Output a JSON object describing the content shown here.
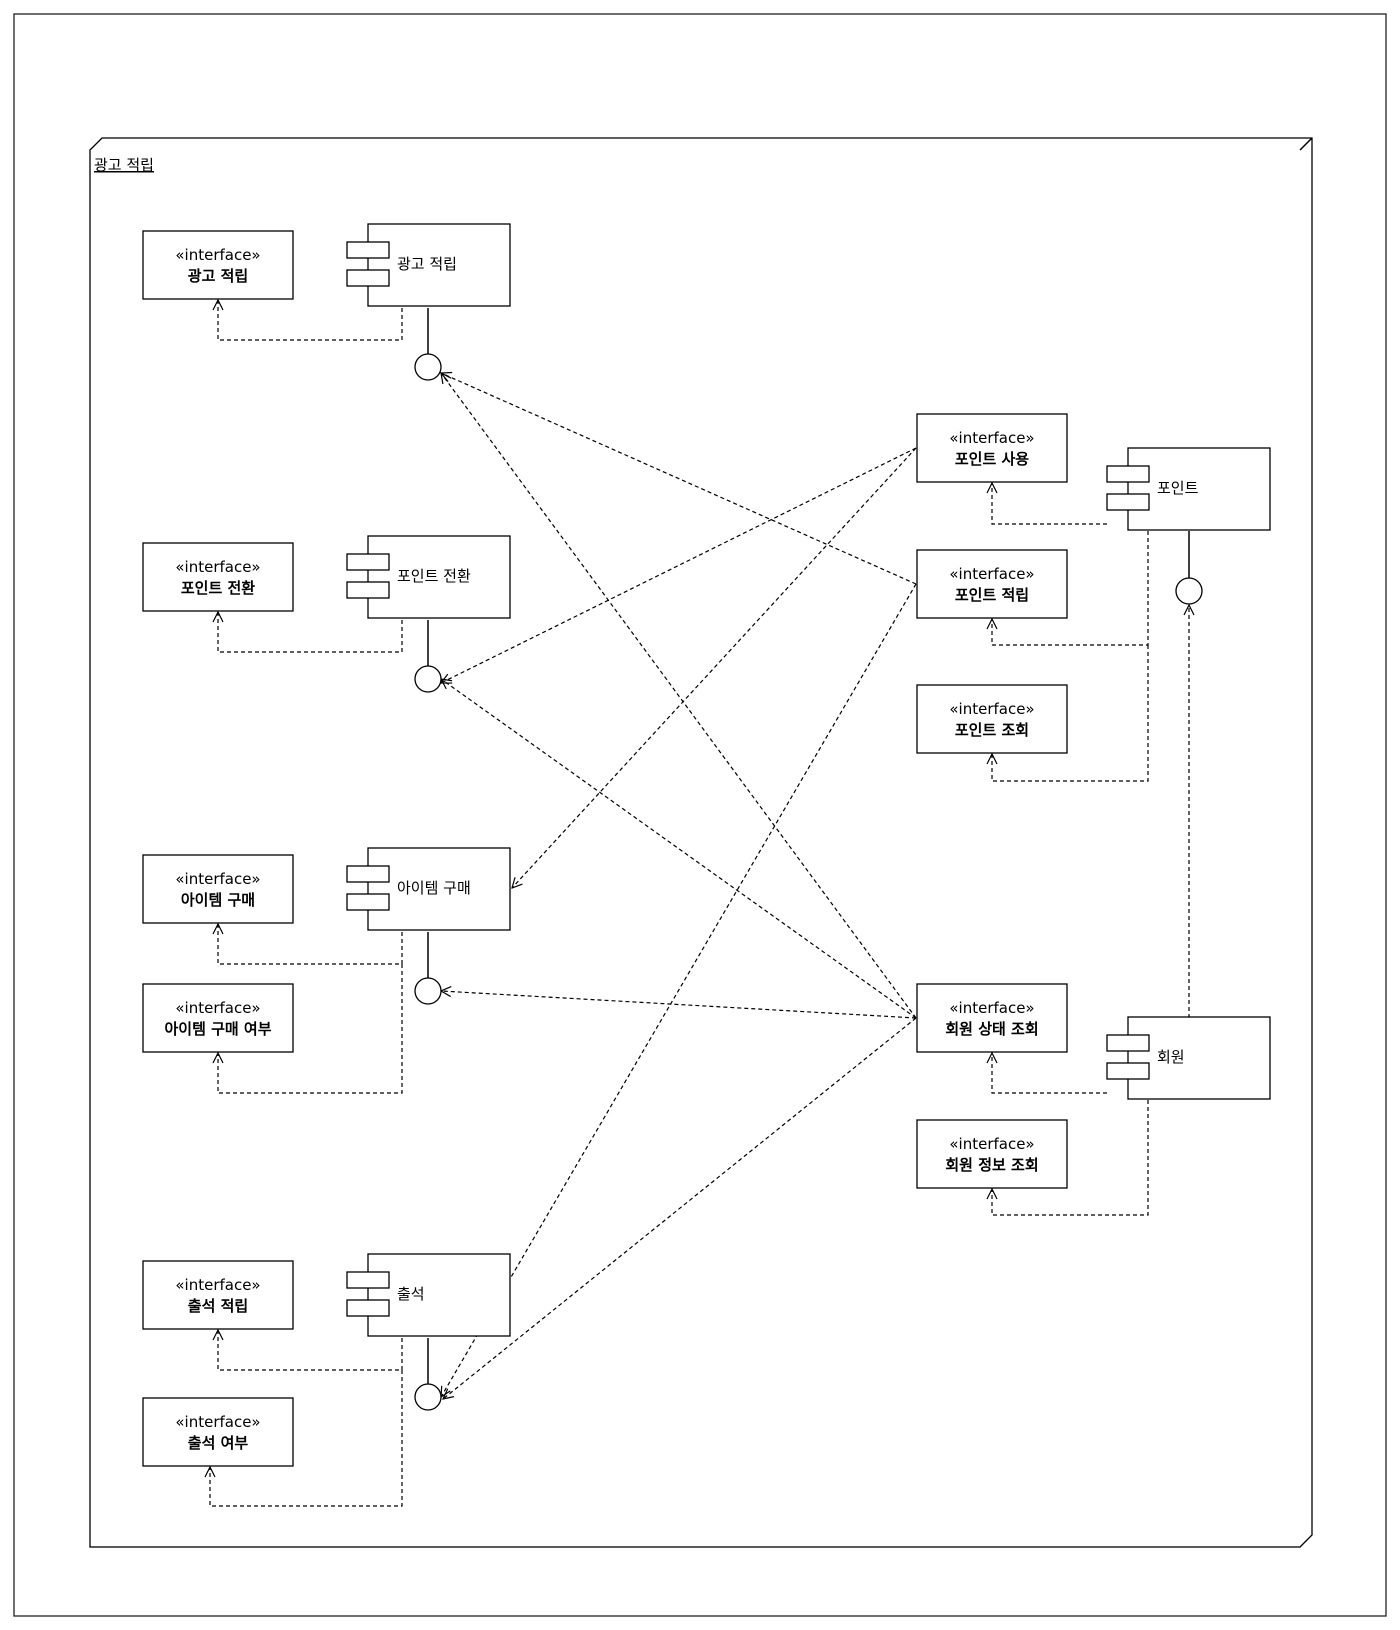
{
  "package": {
    "title": "광고 적립"
  },
  "stereotype": "«interface»",
  "components": {
    "ad": "광고 적립",
    "convert": "포인트 전환",
    "item": "아이템 구매",
    "attend": "출석",
    "point": "포인트",
    "member": "회원"
  },
  "interfaces": {
    "ad_earn": "광고 적립",
    "point_convert": "포인트 전환",
    "item_buy": "아이템 구매",
    "item_bought": "아이템 구매 여부",
    "attend_earn": "출석 적립",
    "attend_check": "출석 여부",
    "point_use": "포인트 사용",
    "point_earn": "포인트 적립",
    "point_query": "포인트 조회",
    "member_status": "회원 상태 조회",
    "member_info": "회원 정보 조회"
  }
}
